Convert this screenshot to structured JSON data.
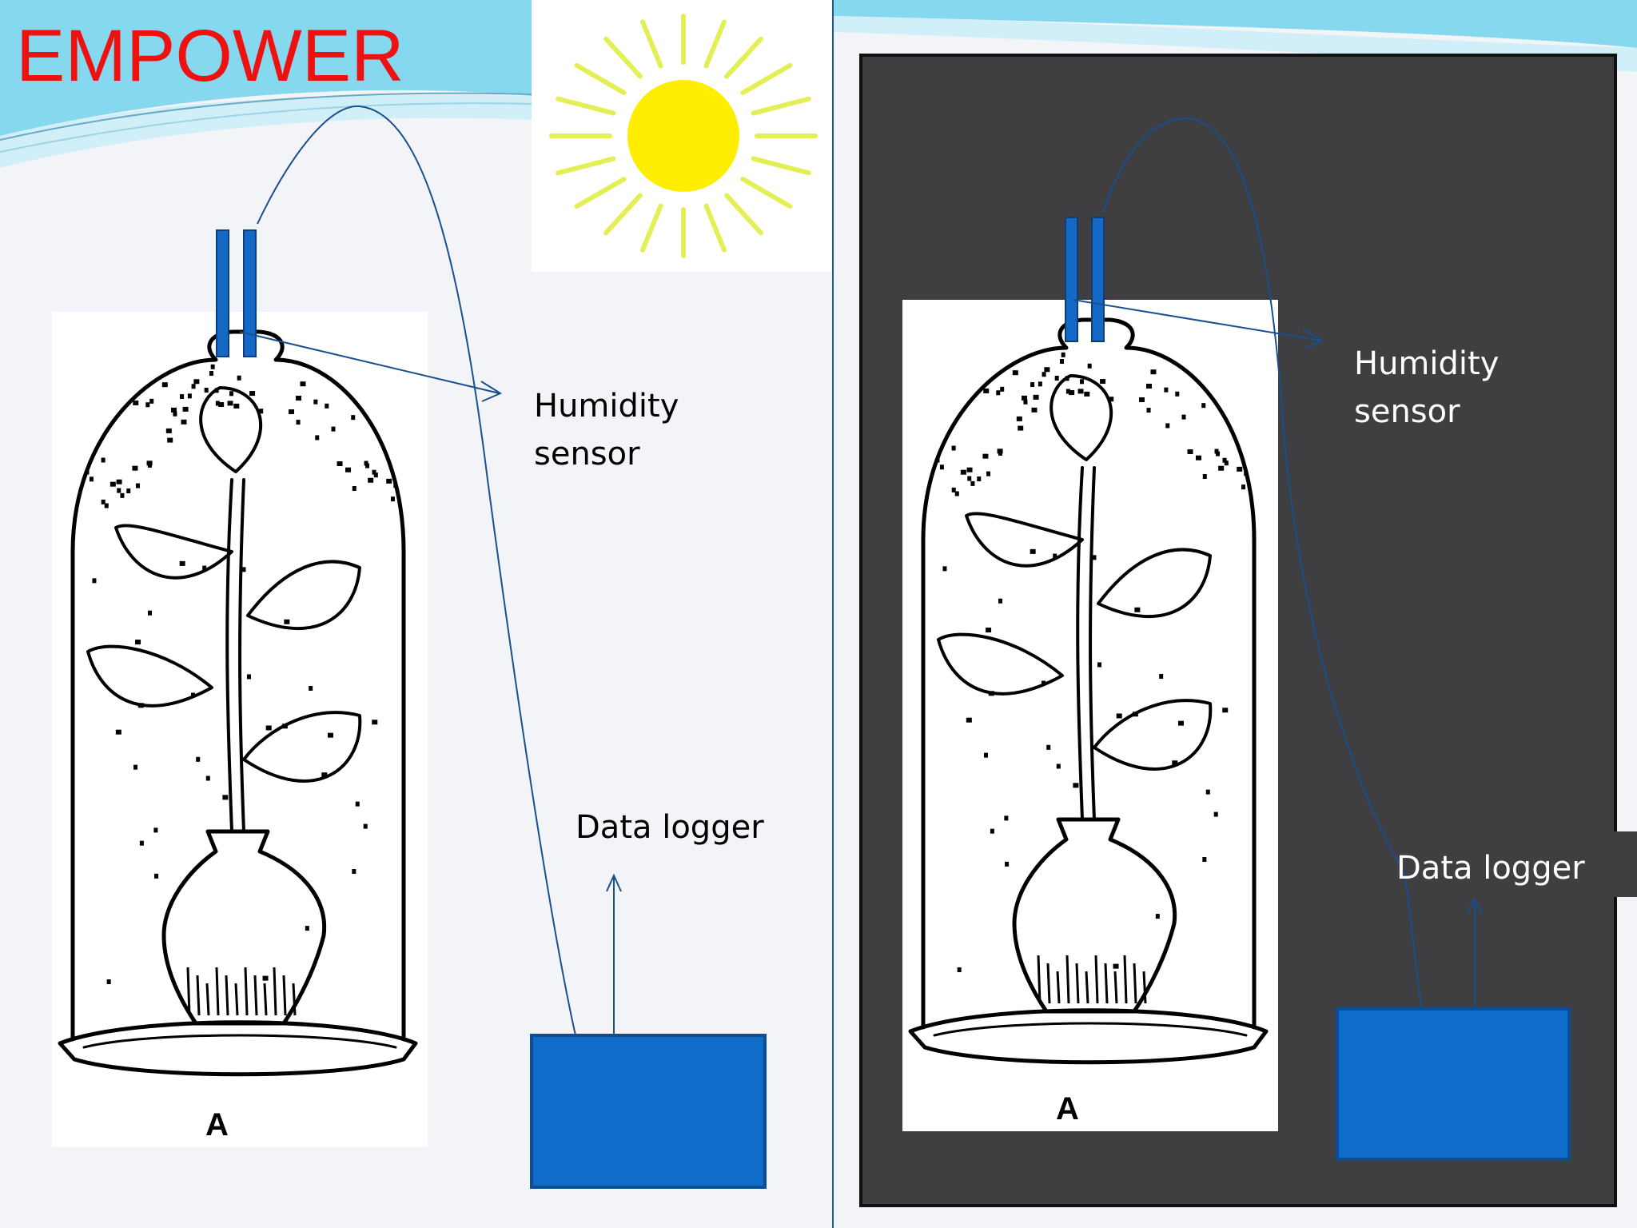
{
  "title": "EMPOWER",
  "colors": {
    "title": "#ee1111",
    "sky_wave": "#7fd3ec",
    "wave_light": "#c7ecf7",
    "sun": "#ffee00",
    "sun_rays": "#e4ef55",
    "sensor_blue": "#1468c6",
    "logger_blue": "#0f6cc8",
    "wire": "#1a4f8e",
    "dark_enclosure": "#3f3e41",
    "text_light": "#000000",
    "text_dark": "#ffffff"
  },
  "left_panel": {
    "humidity_label": [
      "Humidity",
      "sensor"
    ],
    "logger_label": "Data logger",
    "plate_label": "A",
    "icons": [
      "sun-icon",
      "bell-jar-plant-icon",
      "humidity-sensor-icon",
      "data-logger-icon"
    ]
  },
  "right_panel": {
    "humidity_label": [
      "Humidity",
      "sensor"
    ],
    "logger_label": "Data logger",
    "plate_label": "A",
    "icons": [
      "bell-jar-plant-icon",
      "humidity-sensor-icon",
      "data-logger-icon"
    ]
  }
}
